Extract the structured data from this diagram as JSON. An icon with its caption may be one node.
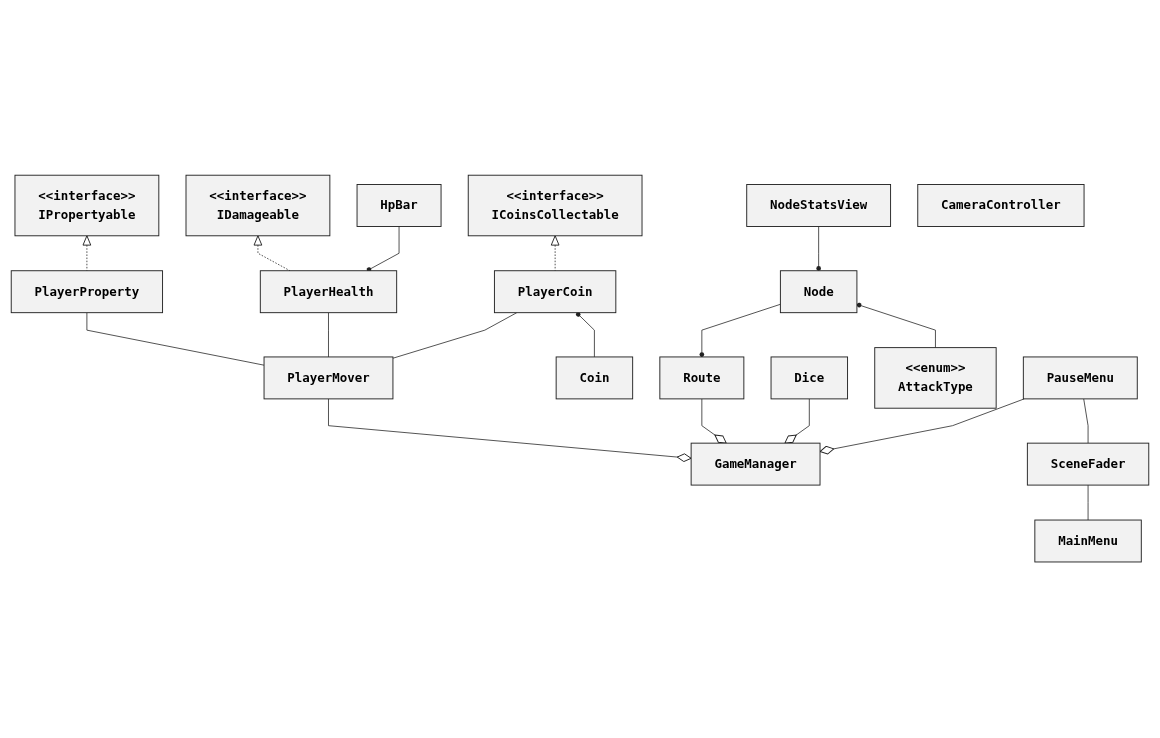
{
  "diagram": {
    "nodes": [
      {
        "text": [
          "<<interface>>",
          "IPropertyable"
        ]
      },
      {
        "text": [
          "HpBar"
        ]
      },
      {
        "text": [
          "<<interface>>",
          "IDamageable"
        ]
      },
      {
        "text": [
          "<<interface>>",
          "ICoinsCollectable"
        ]
      },
      {
        "text": [
          "PlayerProperty"
        ]
      },
      {
        "text": [
          "PlayerHealth"
        ]
      },
      {
        "text": [
          "PlayerCoin"
        ]
      },
      {
        "text": [
          "NodeStatsView"
        ]
      },
      {
        "text": [
          "PlayerMover"
        ]
      },
      {
        "text": [
          "Coin"
        ]
      },
      {
        "text": [
          "Node"
        ]
      },
      {
        "text": [
          "Route"
        ]
      },
      {
        "text": [
          "GameManager"
        ]
      },
      {
        "text": [
          "Dice"
        ]
      },
      {
        "text": [
          "<<enum>>",
          "AttackType"
        ]
      },
      {
        "text": [
          "PauseMenu"
        ]
      },
      {
        "text": [
          "CameraController"
        ]
      },
      {
        "text": [
          "SceneFader"
        ]
      },
      {
        "text": [
          "MainMenu"
        ]
      }
    ],
    "edges": [
      {
        "from": 4,
        "to": 0,
        "arrow": "to",
        "style": "dashed"
      },
      {
        "from": 5,
        "to": 2,
        "arrow": "to",
        "style": "dashed"
      },
      {
        "from": 6,
        "to": 3,
        "arrow": "to",
        "style": "dashed"
      },
      {
        "from": 1,
        "to": 5,
        "arrow": "other"
      },
      {
        "from": 4,
        "to": 8,
        "arrow": "none"
      },
      {
        "from": 5,
        "to": 8,
        "arrow": "none"
      },
      {
        "from": 6,
        "to": 8,
        "arrow": "none"
      },
      {
        "from": 9,
        "to": 6,
        "arrow": "other"
      },
      {
        "from": 7,
        "to": 10,
        "arrow": "other"
      },
      {
        "from": 10,
        "to": 11,
        "arrow": "other"
      },
      {
        "from": 14,
        "to": 10,
        "arrow": "other"
      },
      {
        "from": 8,
        "to": 12,
        "arrow": "other"
      },
      {
        "from": 11,
        "to": 12,
        "arrow": "other"
      },
      {
        "from": 13,
        "to": 12,
        "arrow": "other"
      },
      {
        "from": 15,
        "to": 12,
        "arrow": "other"
      },
      {
        "from": 15,
        "to": 17,
        "arrow": "none"
      },
      {
        "from": 17,
        "to": 18,
        "arrow": "none"
      }
    ]
  }
}
